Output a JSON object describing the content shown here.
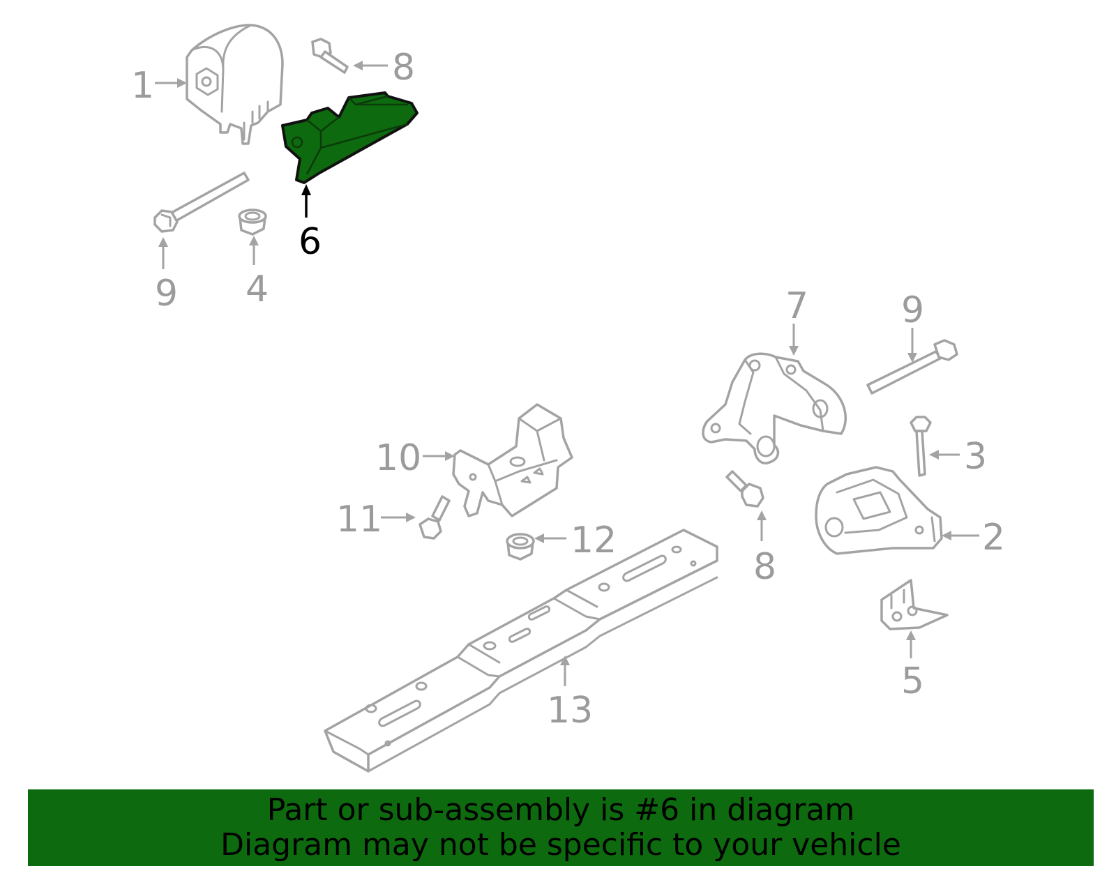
{
  "colors": {
    "highlight": "#0e6a0e",
    "banner_bg": "#0e6a0e",
    "line_gray": "#a3a3a3",
    "label_gray": "#9b9b9b"
  },
  "highlighted_part": "6",
  "callouts": [
    {
      "id": "c1",
      "label": "1"
    },
    {
      "id": "c2",
      "label": "2"
    },
    {
      "id": "c3",
      "label": "3"
    },
    {
      "id": "c4",
      "label": "4"
    },
    {
      "id": "c5",
      "label": "5"
    },
    {
      "id": "c6",
      "label": "6"
    },
    {
      "id": "c7",
      "label": "7"
    },
    {
      "id": "c8a",
      "label": "8"
    },
    {
      "id": "c8b",
      "label": "8"
    },
    {
      "id": "c9a",
      "label": "9"
    },
    {
      "id": "c9b",
      "label": "9"
    },
    {
      "id": "c10",
      "label": "10"
    },
    {
      "id": "c11",
      "label": "11"
    },
    {
      "id": "c12",
      "label": "12"
    },
    {
      "id": "c13",
      "label": "13"
    }
  ],
  "banner": {
    "line1": "Part or sub-assembly is #6 in diagram",
    "line2": "Diagram may not be specific to your vehicle"
  }
}
